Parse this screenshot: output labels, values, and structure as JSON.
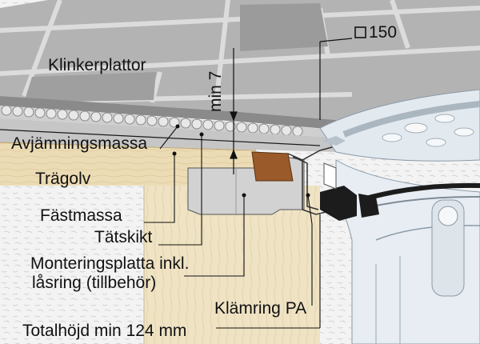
{
  "labels": {
    "klinkerplattor": "Klinkerplattor",
    "min7": "min 7",
    "size": "150",
    "avjamningsmassa": "Avjämningsmassa",
    "tragolv": "Trägolv",
    "fastmassa": "Fästmassa",
    "tatskikt": "Tätskikt",
    "monteringsplatta_1": "Monteringsplatta inkl.",
    "monteringsplatta_2": "låsring (tillbehör)",
    "klamring": "Klämring PA",
    "totalhojd": "Totalhöjd min 124 mm"
  },
  "colors": {
    "tile": "#a9a9a9",
    "tile_dark": "#8d8d8d",
    "grout": "#d6d6d6",
    "leveling": "#c9c9c9",
    "wood_floor": "#ecdcb5",
    "wall": "#f1f1f1",
    "mounting_plate": "#d4d4d4",
    "brown_block": "#9a5a2a",
    "drain_body": "#e6ecf2",
    "drain_dark": "#1c1c1c"
  }
}
